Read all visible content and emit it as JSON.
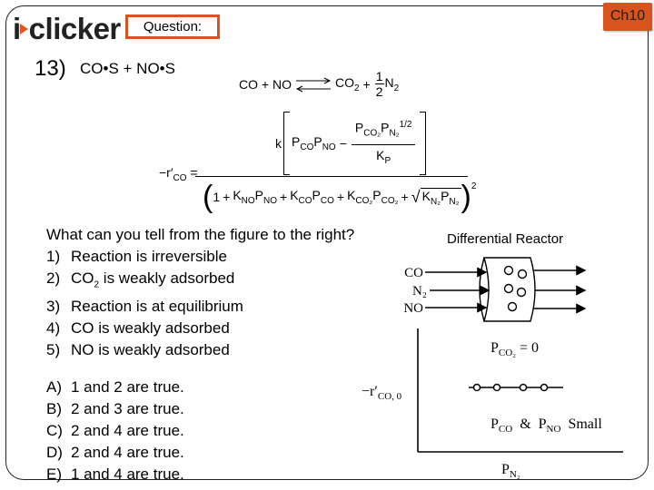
{
  "header": {
    "logo_prefix": "i",
    "logo_suffix": "clicker",
    "question_label": "Question:",
    "chapter_badge": "Ch10"
  },
  "colors": {
    "accent": "#d9531e",
    "text": "#000000",
    "frame": "#222222"
  },
  "problem": {
    "number": "13)",
    "adsorbed_reaction": "CO•S + NO•S",
    "gas_reaction": {
      "reactants": "CO + NO",
      "product_1": "CO",
      "product_1_sub": "2",
      "plus": "+",
      "frac_num": "1",
      "frac_den": "2",
      "product_2": "N",
      "product_2_sub": "2"
    },
    "rate_law": {
      "lhs": "−r′",
      "lhs_sub": "CO",
      "equals": "=",
      "k": "k",
      "term1": "P",
      "term1_sub": "CO",
      "term2": "P",
      "term2_sub": "NO",
      "minus": "−",
      "frac_num_p1": "P",
      "frac_num_p1_sub": "CO₂",
      "frac_num_p2": "P",
      "frac_num_p2_sub": "N₂",
      "frac_num_p2_sup": "1/2",
      "frac_den": "K",
      "frac_den_sub": "P",
      "denominator": {
        "one": "1",
        "terms": [
          {
            "k": "K",
            "k_sub": "NO",
            "p": "P",
            "p_sub": "NO"
          },
          {
            "k": "K",
            "k_sub": "CO",
            "p": "P",
            "p_sub": "CO"
          },
          {
            "k": "K",
            "k_sub": "CO₂",
            "p": "P",
            "p_sub": "CO₂"
          }
        ],
        "sqrt_k": "K",
        "sqrt_k_sub": "N₂",
        "sqrt_p": "P",
        "sqrt_p_sub": "N₂",
        "power": "2"
      }
    },
    "prompt": "What can you tell from the figure to the right?",
    "statements": [
      {
        "label": "1)",
        "text": "Reaction is irreversible"
      },
      {
        "label": "2)",
        "text_pre": "CO",
        "text_sub": "2",
        "text_post": " is weakly adsorbed"
      },
      {
        "label": "3)",
        "text": "Reaction is at equilibrium"
      },
      {
        "label": "4)",
        "text": "CO is weakly adsorbed"
      },
      {
        "label": "5)",
        "text": "NO is weakly adsorbed"
      }
    ],
    "choices": [
      {
        "label": "A)",
        "text": "1 and 2 are true."
      },
      {
        "label": "B)",
        "text": "2 and 3 are true."
      },
      {
        "label": "C)",
        "text": "2 and 4 are true."
      },
      {
        "label": "D)",
        "text": "2 and 4 are true."
      },
      {
        "label": "E)",
        "text": "1 and 4 are true."
      }
    ]
  },
  "figure": {
    "title": "Differential Reactor",
    "inlet_labels": [
      "CO",
      "N₂",
      "NO"
    ],
    "plot": {
      "y_label": "−r′",
      "y_label_sub": "CO, 0",
      "x_label": "P",
      "x_label_sub": "N₂",
      "condition_top": "P",
      "condition_top_sub": "CO₂",
      "condition_top_rest": " = 0",
      "condition_bottom_p1": "P",
      "condition_bottom_p1_sub": "CO",
      "condition_bottom_amp": "&",
      "condition_bottom_p2": "P",
      "condition_bottom_p2_sub": "NO",
      "condition_bottom_rest": "Small",
      "trend": "flat",
      "points_count": 4
    }
  }
}
